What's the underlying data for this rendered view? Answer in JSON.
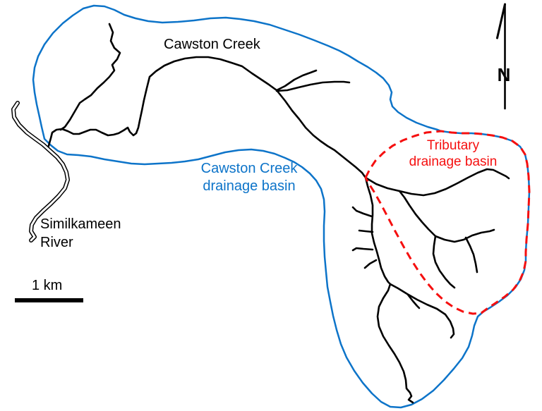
{
  "map": {
    "labels": {
      "creek": "Cawston Creek",
      "basin_line1": "Cawston Creek",
      "basin_line2": "drainage basin",
      "tributary_line1": "Tributary",
      "tributary_line2": "drainage basin",
      "river_line1": "Similkameen",
      "river_line2": "River",
      "scale": "1 km",
      "north": "N"
    },
    "colors": {
      "basin_outline": "#0D74C9",
      "tributary_outline": "#F50F0F",
      "stream": "#000000",
      "text": "#000000",
      "bg": "#FFFFFF"
    }
  }
}
